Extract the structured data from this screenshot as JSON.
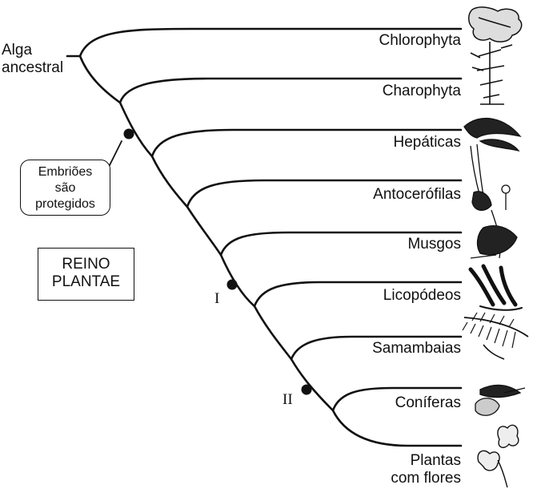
{
  "root_label": [
    "Alga",
    "ancestral"
  ],
  "taxa": [
    {
      "name": "Chlorophyta",
      "icon": "green-alga-icon"
    },
    {
      "name": "Charophyta",
      "icon": "charophyte-alga-icon"
    },
    {
      "name": "Hepáticas",
      "icon": "liverwort-icon"
    },
    {
      "name": "Antocerófilas",
      "icon": "hornwort-icon"
    },
    {
      "name": "Musgos",
      "icon": "moss-icon"
    },
    {
      "name": "Licopódeos",
      "icon": "clubmoss-icon"
    },
    {
      "name": "Samambaias",
      "icon": "fern-icon"
    },
    {
      "name": "Coníferas",
      "icon": "conifer-icon"
    },
    {
      "name": "Plantas com flores",
      "lines": [
        "Plantas",
        "com flores"
      ],
      "icon": "flowering-plant-icon"
    }
  ],
  "callout": {
    "lines": [
      "Embriões",
      "são",
      "protegidos"
    ]
  },
  "kingdom_box": {
    "lines": [
      "REINO",
      "PLANTAE"
    ]
  },
  "markers": [
    {
      "label": "I"
    },
    {
      "label": "II"
    }
  ],
  "colors": {
    "ink": "#111111",
    "background": "#ffffff"
  }
}
